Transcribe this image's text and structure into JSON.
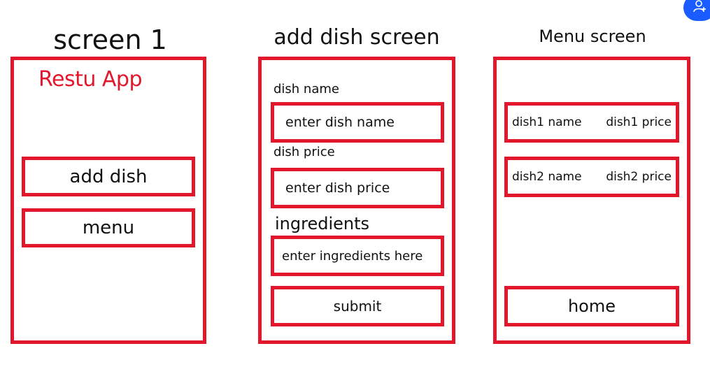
{
  "colors": {
    "accent_red": "#e3172b",
    "ink": "#111111",
    "fab_blue": "#1a5cff"
  },
  "screen1": {
    "title": "screen 1",
    "app_name": "Restu App",
    "add_dish_button": "add dish",
    "menu_button": "menu"
  },
  "add_dish_screen": {
    "title": "add dish screen",
    "dish_name_label": "dish name",
    "dish_name_placeholder": "enter dish name",
    "dish_price_label": "dish price",
    "dish_price_placeholder": "enter dish price",
    "ingredients_label": "ingredients",
    "ingredients_placeholder": "enter ingredients here",
    "submit_button": "submit"
  },
  "menu_screen": {
    "title": "Menu screen",
    "items": [
      {
        "name": "dish1 name",
        "price": "dish1 price"
      },
      {
        "name": "dish2 name",
        "price": "dish2 price"
      }
    ],
    "home_button": "home"
  },
  "fab_icon": "add-user-icon"
}
